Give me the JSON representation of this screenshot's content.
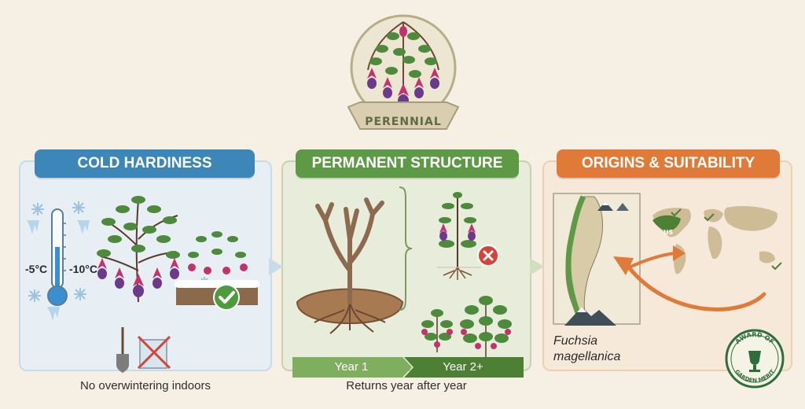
{
  "badge": {
    "label": "PERENNIAL",
    "icon": "fuchsia-basket-icon"
  },
  "panels": [
    {
      "title": "COLD HARDINESS",
      "caption": "No overwintering indoors",
      "temps": [
        "-5°C",
        "-10°C"
      ],
      "color": "#3d86b8",
      "icons": [
        "snowflake-icon",
        "thermometer-icon",
        "fuchsia-shrub-icon",
        "check-icon",
        "shovel-icon",
        "crossed-pot-icon"
      ]
    },
    {
      "title": "PERMANENT STRUCTURE",
      "caption": "Returns year after year",
      "timeline": [
        "Year 1",
        "Year 2+"
      ],
      "color": "#5e9a45",
      "icons": [
        "woody-stems-icon",
        "seedling-icon",
        "cross-icon",
        "shrub-icon"
      ]
    },
    {
      "title": "ORIGINS & SUITABILITY",
      "species": [
        "Fuchsia",
        "magellanica"
      ],
      "map_label": "US",
      "award": {
        "line1": "AWARD OF",
        "line2": "GARDEN MERIT"
      },
      "color": "#e07a38",
      "icons": [
        "south-america-map-icon",
        "world-map-icon",
        "curved-arrow-icon",
        "award-seal-icon"
      ]
    }
  ]
}
